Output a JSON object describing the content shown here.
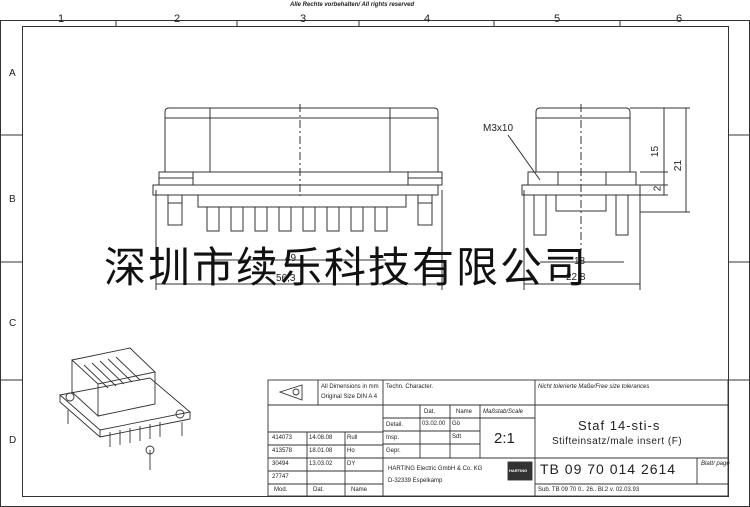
{
  "header": {
    "note": "Alle Rechte vorbehalten/ All rights reserved"
  },
  "grid": {
    "columns": [
      "1",
      "2",
      "3",
      "4",
      "5",
      "6"
    ],
    "rows": [
      "A",
      "B",
      "C",
      "D"
    ]
  },
  "dimensions": {
    "thread": "M3x10",
    "front_width": "56,3",
    "front_inner": "49",
    "side_width": "22,8",
    "side_inner": "18",
    "height_total": "21",
    "height_upper": "15",
    "height_lower": "2"
  },
  "watermark": "深圳市续乐科技有限公司",
  "title_block": {
    "dims_note_line1": "All Dimensions in mm",
    "dims_note_line2": "Original Size DIN A 4",
    "techn_label": "Techn. Character.",
    "tolerance_label": "Nicht tolerierte Maße/Free size tolerances",
    "col_date": "Dat.",
    "col_name": "Name",
    "scale_label": "Maßstab/Scale",
    "rows": [
      {
        "label": "Detail.",
        "date": "03.02.00",
        "name": "Gö"
      },
      {
        "label": "Insp.",
        "date": "",
        "name": "Sdt"
      },
      {
        "label": "Gepr.",
        "date": "",
        "name": ""
      }
    ],
    "scale": "2:1",
    "product_title": "Staf 14-sti-s",
    "product_subtitle": "Stifteinsatz/male insert (F)",
    "company_line1": "HARTING Electric GmbH & Co. KG",
    "company_line2": "D-32339 Espelkamp",
    "logo_text": "HARTING",
    "part_number": "TB 09 70 014 2614",
    "sheet_label": "Blatt/ page",
    "footer_ref": "Sub. TB 09 70 0.. 26.. Bl.2 v. 02.03.93",
    "revisions": [
      {
        "mod": "414073",
        "date": "14.08.08",
        "name": "Rull"
      },
      {
        "mod": "413578",
        "date": "18.01.08",
        "name": "Ho"
      },
      {
        "mod": "30494",
        "date": "13.03.02",
        "name": "DY"
      },
      {
        "mod": "27747",
        "date": "",
        "name": ""
      }
    ],
    "rev_headers": {
      "mod": "Mod.",
      "date": "Dat.",
      "name": "Name"
    }
  }
}
